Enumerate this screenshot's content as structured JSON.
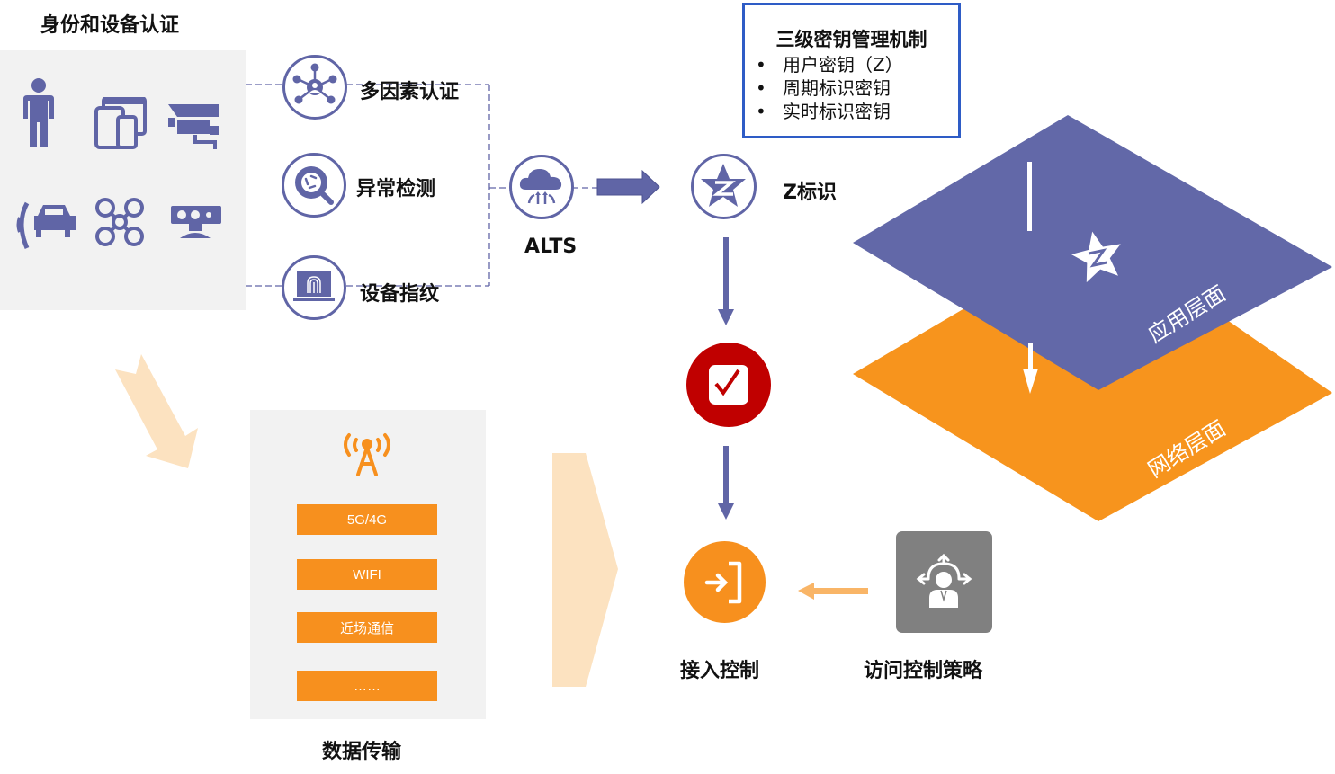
{
  "colors": {
    "purple": "#6065a6",
    "orange": "#f7901e",
    "light_orange": "#fce2c0",
    "red": "#c00000",
    "gray": "#808080",
    "panel_bg": "#f2f2f2",
    "box_border": "#2e5cc6"
  },
  "identity": {
    "title": "身份和设备认证",
    "devices": [
      {
        "icon": "person-icon"
      },
      {
        "icon": "tablet-phone-icon"
      },
      {
        "icon": "security-camera-icon"
      },
      {
        "icon": "connected-car-icon"
      },
      {
        "icon": "drone-icon"
      },
      {
        "icon": "sensor-camera-icon"
      }
    ]
  },
  "auth_methods": [
    {
      "label": "多因素认证",
      "icon": "network-user-icon"
    },
    {
      "label": "异常检测",
      "icon": "anomaly-search-icon"
    },
    {
      "label": "设备指纹",
      "icon": "fingerprint-laptop-icon"
    }
  ],
  "alts": {
    "label": "ALTS",
    "icon": "cloud-upload-icon"
  },
  "z_id": {
    "label": "Z标识",
    "icon": "z-star-icon"
  },
  "key_mgmt": {
    "title": "三级密钥管理机制",
    "items": [
      "用户密钥（Z）",
      "周期标识密钥",
      "实时标识密钥"
    ],
    "bullet": "•"
  },
  "verify": {
    "icon": "check-box-icon"
  },
  "access_control": {
    "label": "接入控制",
    "icon": "enter-icon"
  },
  "access_policy": {
    "label": "访问控制策略",
    "icon": "person-decision-icon"
  },
  "data_transfer": {
    "label": "数据传输",
    "icon": "antenna-tower-icon",
    "channels": [
      "5G/4G",
      "WIFI",
      "近场通信",
      "……"
    ]
  },
  "layers": {
    "app_layer": "应用层面",
    "net_layer": "网络层面"
  }
}
